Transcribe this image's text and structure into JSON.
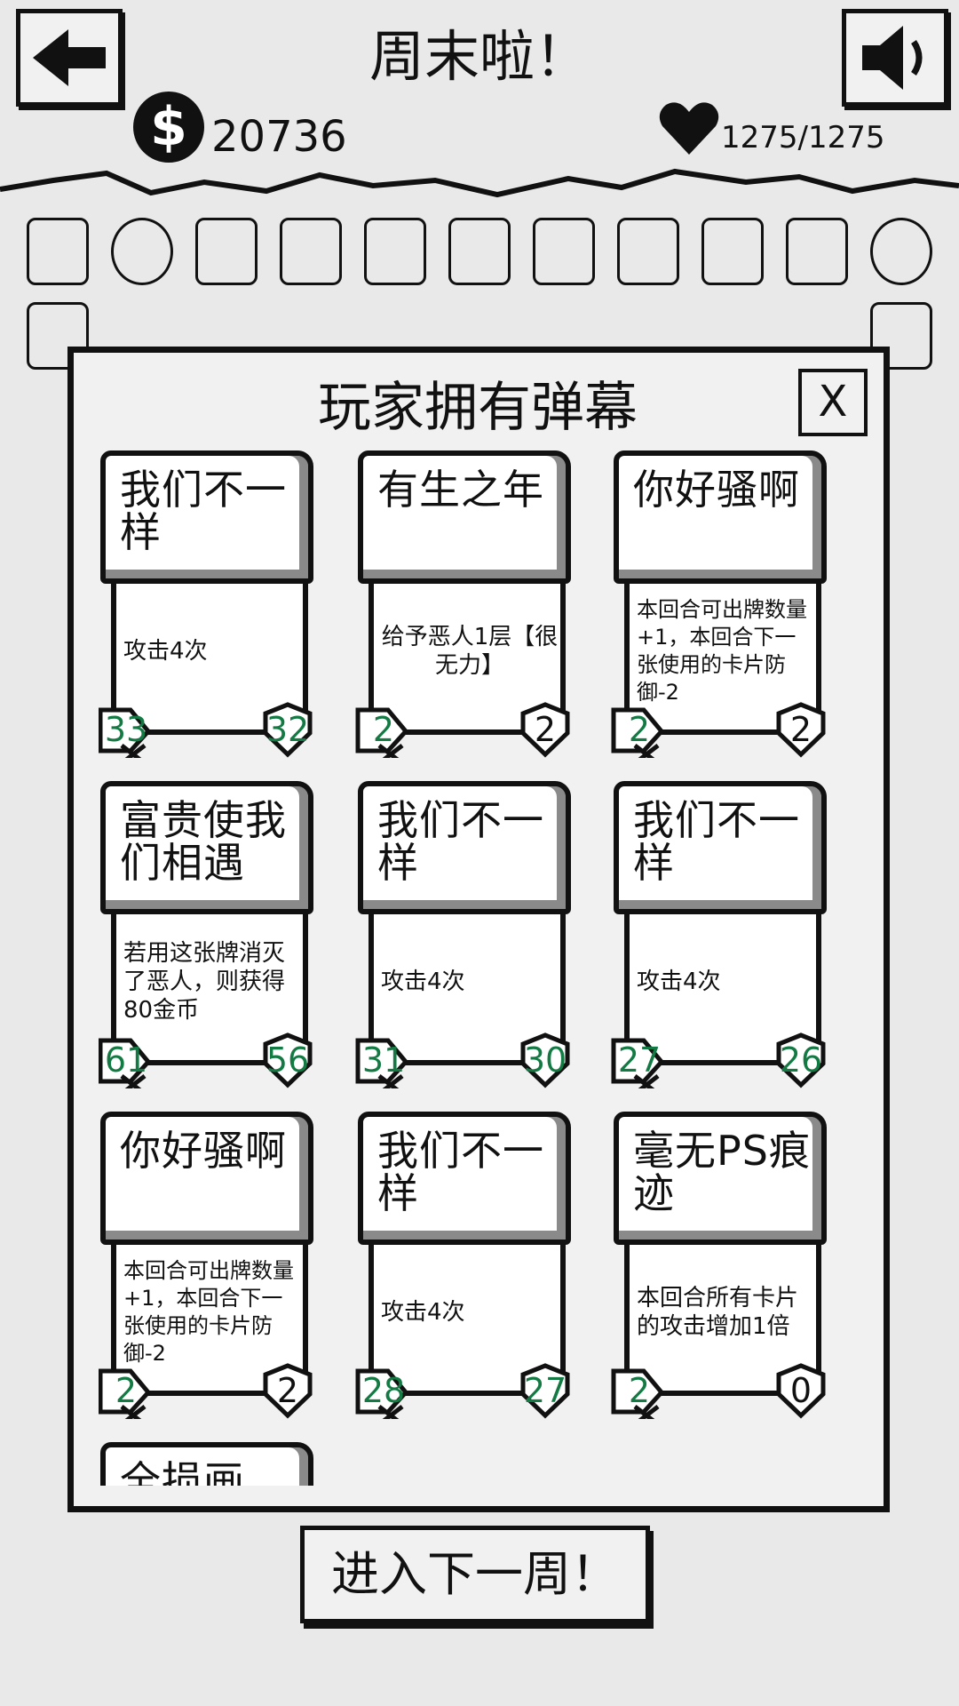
{
  "header": {
    "title": "周末啦！",
    "money": "20736",
    "hp": "1275/1275",
    "back_icon": "arrow-left-icon",
    "sound_icon": "speaker-icon"
  },
  "modal": {
    "title": "玩家拥有弹幕",
    "close_label": "X",
    "cards": [
      {
        "title": "我们不一样",
        "desc": "攻击4次",
        "atk": "33",
        "def": "32"
      },
      {
        "title": "有生之年",
        "desc": "给予恶人1层【很无力】",
        "atk": "2",
        "def": "2"
      },
      {
        "title": "你好骚啊",
        "desc": "本回合可出牌数量+1，本回合下一张使用的卡片防御-2",
        "atk": "2",
        "def": "2"
      },
      {
        "title": "富贵使我们相遇",
        "desc": "若用这张牌消灭了恶人，则获得80金币",
        "atk": "61",
        "def": "56"
      },
      {
        "title": "我们不一样",
        "desc": "攻击4次",
        "atk": "31",
        "def": "30"
      },
      {
        "title": "我们不一样",
        "desc": "攻击4次",
        "atk": "27",
        "def": "26"
      },
      {
        "title": "你好骚啊",
        "desc": "本回合可出牌数量+1，本回合下一张使用的卡片防御-2",
        "atk": "2",
        "def": "2"
      },
      {
        "title": "我们不一样",
        "desc": "攻击4次",
        "atk": "28",
        "def": "27"
      },
      {
        "title": "毫无PS痕迹",
        "desc": "本回合所有卡片的攻击增加1倍",
        "atk": "2",
        "def": "0"
      },
      {
        "title": "全损画",
        "desc": "",
        "atk": "",
        "def": ""
      }
    ]
  },
  "footer": {
    "next_label": "进入下一周！"
  }
}
